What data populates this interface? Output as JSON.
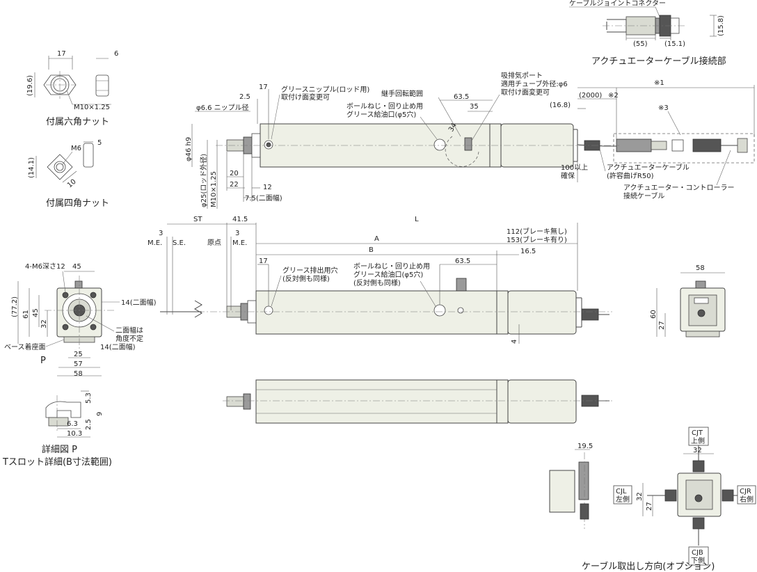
{
  "cable_joint": {
    "connector_label": "ケーブルジョイントコネクター",
    "dim_55": "(55)",
    "dim_15_1": "(15.1)",
    "dim_15_8": "(15.8)",
    "caption": "アクチュエーターケーブル接続部"
  },
  "hex_nut": {
    "dim_17": "17",
    "dim_6": "6",
    "dim_19_6": "(19.6)",
    "thread": "M10×1.25",
    "caption": "付属六角ナット"
  },
  "square_nut": {
    "dim_m6": "M6",
    "dim_5": "5",
    "dim_14_1": "(14.1)",
    "dim_10": "10",
    "caption": "付属四角ナット"
  },
  "top_view": {
    "dim_17": "17",
    "dim_2_5": "2.5",
    "grease_nipple_1": "グリースニップル(ロッド用)",
    "grease_nipple_2": "取付け面変更可",
    "nipple_dia": "φ6.6 ニップル径",
    "joint_range": "継手回転範囲",
    "ball_screw_1": "ボールねじ・回り止め用",
    "ball_screw_2": "グリース給油口(φ5穴)",
    "dim_63_5": "63.5",
    "dim_35": "35",
    "dim_34": "34",
    "exhaust_1": "吸排気ポート",
    "exhaust_2": "適用チューブ外径:φ6",
    "exhaust_3": "取付け面変更可",
    "ref_1": "※1",
    "dim_2000": "(2000)",
    "ref_2": "※2",
    "dim_16_8": "(16.8)",
    "ref_3": "※3",
    "dia_46": "φ46 h9",
    "rod_dia": "φ25(ロッド外径)",
    "thread": "M10×1.25",
    "dim_20": "20",
    "dim_22": "22",
    "dim_12": "12",
    "dim_7_5": "7.5(二面幅)",
    "min_100_1": "100以上",
    "min_100_2": "確保",
    "act_cable_1": "アクチュエーターケーブル",
    "act_cable_2": "(許容曲げR50)",
    "ctrl_cable_1": "アクチュエーター・コントローラー",
    "ctrl_cable_2": "接続ケーブル"
  },
  "side_view": {
    "dim_3a": "3",
    "st": "ST",
    "dim_41_5": "41.5",
    "dim_3b": "3",
    "l": "L",
    "me1": "M.E.",
    "se": "S.E.",
    "origin": "原点",
    "me2": "M.E.",
    "a": "A",
    "b": "B",
    "len_112": "112(ブレーキ無し)",
    "len_153": "153(ブレーキ有り)",
    "dim_16_5": "16.5",
    "dim_17": "17",
    "dim_63_5": "63.5",
    "exhaust_1": "グリース排出用穴",
    "exhaust_2": "(反対側も同様)",
    "ball_1": "ボールねじ・回り止め用",
    "ball_2": "グリース給油口(φ5穴)",
    "ball_3": "(反対側も同様)",
    "dim_4": "4"
  },
  "front_view": {
    "tap": "4-M6深さ12",
    "dim_45": "45",
    "dim_77_2": "(77.2)",
    "dim_61": "61",
    "dim_45v": "45",
    "dim_32": "32",
    "width_across_1": "14(二面幅)",
    "note_1": "二面幅は",
    "note_2": "角度不定",
    "width_across_2": "14(二面幅)",
    "base": "ベース着座面",
    "p": "P",
    "dim_25": "25",
    "dim_57": "57",
    "dim_58": "58"
  },
  "detail_p": {
    "dim_5_3": "5.3",
    "dim_9": "9",
    "dim_6_3": "6.3",
    "dim_2_5": "2.5",
    "dim_10_3": "10.3",
    "caption_1": "詳細図 P",
    "caption_2": "Tスロット詳細(B寸法範囲)"
  },
  "rear_view": {
    "dim_58": "58",
    "dim_60": "60",
    "dim_27": "27"
  },
  "cable_option": {
    "dim_19_5": "19.5",
    "cjt_1": "CJT",
    "cjt_2": "上側",
    "dim_32": "32",
    "cjl_1": "CJL",
    "cjl_2": "左側",
    "cjr_1": "CJR",
    "cjr_2": "右側",
    "dim_32v": "32",
    "dim_27v": "27",
    "cjb_1": "CJB",
    "cjb_2": "下側",
    "caption": "ケーブル取出し方向(オプション)"
  }
}
